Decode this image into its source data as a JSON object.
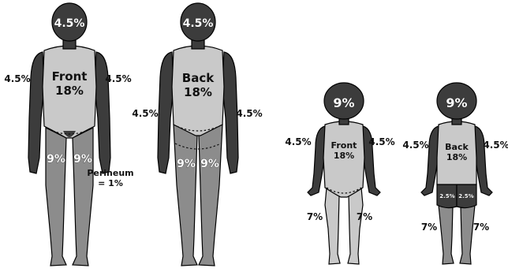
{
  "figures": {
    "adult_front": {
      "head": "4.5%",
      "arm_left": "4.5%",
      "arm_right": "4.5%",
      "torso_title": "Front",
      "torso_value": "18%",
      "leg_left": "9%",
      "leg_right": "9%",
      "perineum_label": "Perineum",
      "perineum_value": "= 1%"
    },
    "adult_back": {
      "head": "4.5%",
      "arm_left": "4.5%",
      "arm_right": "4.5%",
      "torso_title": "Back",
      "torso_value": "18%",
      "leg_left": "9%",
      "leg_right": "9%"
    },
    "child_front": {
      "head": "9%",
      "arm_left": "4.5%",
      "arm_right": "4.5%",
      "torso_title": "Front",
      "torso_value": "18%",
      "leg_left": "7%",
      "leg_right": "7%"
    },
    "child_back": {
      "head": "9%",
      "arm_left": "4.5%",
      "arm_right": "4.5%",
      "torso_title": "Back",
      "torso_value": "18%",
      "buttock_left": "2.5%",
      "buttock_right": "2.5%",
      "leg_left": "7%",
      "leg_right": "7%"
    }
  },
  "colors": {
    "dark_region": "#3c3c3c",
    "light_region": "#c9c9c9",
    "mid_region": "#8c8c8c"
  }
}
